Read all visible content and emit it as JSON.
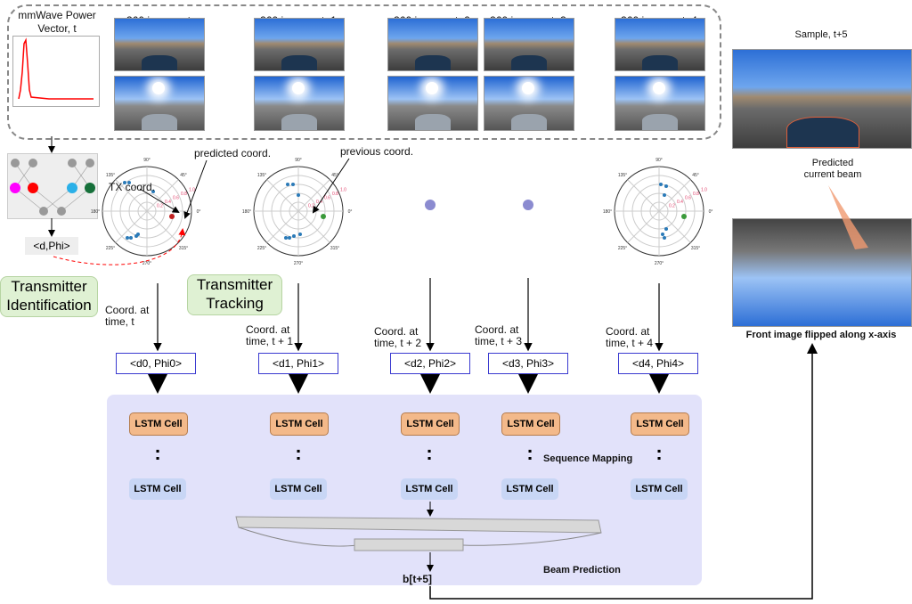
{
  "power_vector": {
    "title": "mmWave Power Vector, t"
  },
  "frames": [
    {
      "title": "360 images, t",
      "coord_label": "Coord. at time, t",
      "coord": "<d0, Phi0>"
    },
    {
      "title": "360 images, t+1",
      "coord_label": "Coord. at time, t + 1",
      "coord": "<d1, Phi1>"
    },
    {
      "title": "360 images, t+2",
      "coord_label": "Coord. at time, t + 2",
      "coord": "<d2, Phi2>"
    },
    {
      "title": "360 images, t+3",
      "coord_label": "Coord. at time, t + 3",
      "coord": "<d3, Phi3>"
    },
    {
      "title": "360 images, t+4",
      "coord_label": "Coord. at time, t + 4",
      "coord": "<d4, Phi4>"
    }
  ],
  "nn": {
    "output": "<d,Phi>"
  },
  "stages": {
    "identification": "Transmitter Identification",
    "tracking": "Transmitter Tracking"
  },
  "polar": {
    "angles": [
      "90°",
      "45°",
      "0°",
      "315°",
      "270°",
      "225°",
      "180°",
      "135°"
    ],
    "radii": [
      "0.2",
      "0.4",
      "0.6",
      "0.8",
      "1.0"
    ],
    "tx_label": "TX coord.",
    "pred_label": "predicted coord.",
    "prev_label": "previous coord."
  },
  "lstm": {
    "cell": "LSTM Cell",
    "sequence": "Sequence Mapping",
    "beam": "Beam Prediction",
    "output": "b[t+5]"
  },
  "right": {
    "sample": "Sample, t+5",
    "beam_label": "Predicted current beam",
    "flipped": "Front image flipped along x-axis"
  },
  "colors": {
    "panel": "#e2e2fa",
    "lstm_top": "#f3b98a",
    "lstm_bottom": "#c8d6f5",
    "stage": "#dff1d3",
    "coord_border": "#3a3ad0"
  }
}
